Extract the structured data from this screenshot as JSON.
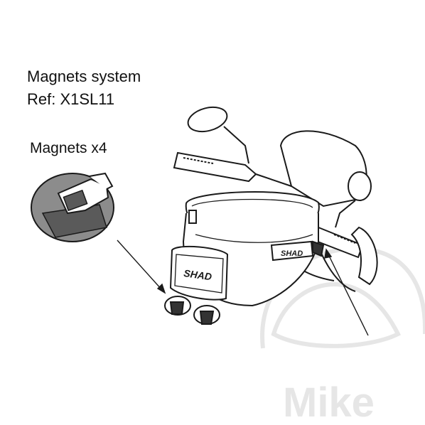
{
  "product": {
    "title": "Magnets system",
    "reference": "Ref: X1SL11",
    "magnets_quantity": "Magnets x4"
  },
  "brand_label": "SHAD",
  "watermark": "Mike",
  "colors": {
    "line": "#1a1a1a",
    "magnet_disc": "#8c8c8c",
    "magnet_strap": "#5a5a5a",
    "watermark": "#e6e6e6",
    "bag_fill": "#ffffff"
  }
}
